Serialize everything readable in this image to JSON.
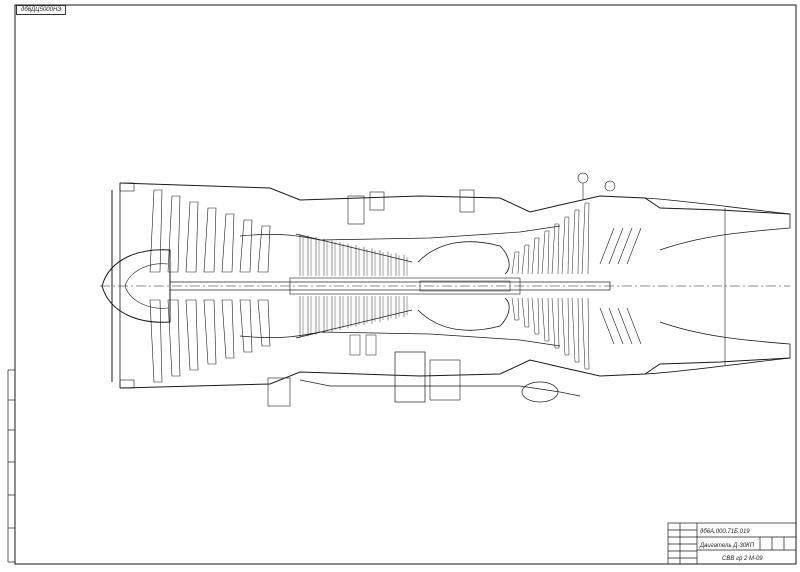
{
  "drawing": {
    "corner_label": "дб6ДЦ5000НЭ",
    "title_block": {
      "document_number": "дб6А.000.71Б.019",
      "title": "Двигатель Д-30КП",
      "organization": "СВВ гр 2 М-09"
    }
  },
  "style": {
    "line_color": "#1a1a1a",
    "paper_color": "#ffffff"
  }
}
